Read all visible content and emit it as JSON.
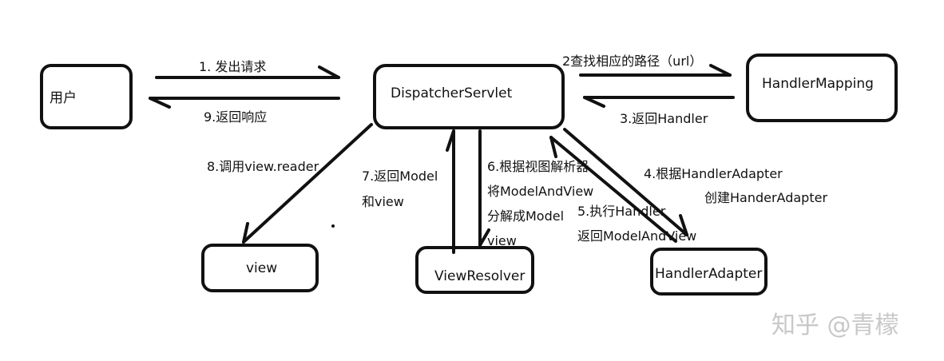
{
  "nodes": {
    "user": "用户",
    "dispatcher": "DispatcherServlet",
    "handler_mapping": "HandlerMapping",
    "view": "view",
    "view_resolver": "ViewResolver",
    "handler_adapter": "HandlerAdapter"
  },
  "edges": {
    "step1": "1. 发出请求",
    "step2": "2查找相应的路径（url）",
    "step3": "3.返回Handler",
    "step4_line1": "4.根据HandlerAdapter",
    "step4_line2": "创建HanderAdapter",
    "step5_line1": "5.执行Handler",
    "step5_line2": "返回ModelAndView",
    "step6_line1": "6.根据视图解析器",
    "step6_line2": "将ModelAndView",
    "step6_line3": "分解成Model",
    "step6_line4": "view",
    "step7_line1": "7.返回Model",
    "step7_line2": "和view",
    "step8": "8.调用view.reader",
    "step9": "9.返回响应"
  },
  "watermark": "知乎 @青檬",
  "colors": {
    "stroke": "#111111",
    "watermark": "#c8c8c8"
  }
}
